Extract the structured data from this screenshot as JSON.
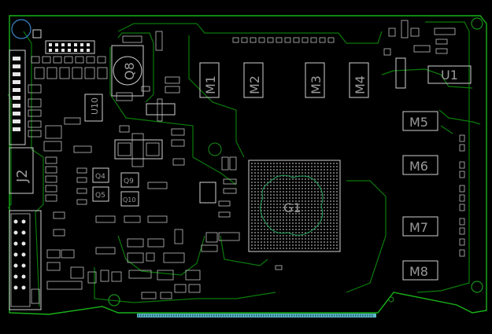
{
  "board": {
    "trace_color": "#0b7a0b",
    "silk_color": "#cfcfcf",
    "gold_finger_color": "#5fb8c9"
  },
  "labels": {
    "q8": "Q8",
    "m1": "M1",
    "m2": "M2",
    "m3": "M3",
    "m4": "M4",
    "m5": "M5",
    "m6": "M6",
    "m7": "M7",
    "m8": "M8",
    "u1": "U1",
    "j2": "J2",
    "g1": "G1",
    "q4": "Q4",
    "q5": "Q5",
    "q9": "Q9",
    "q10": "Q10",
    "u10": "U10"
  }
}
